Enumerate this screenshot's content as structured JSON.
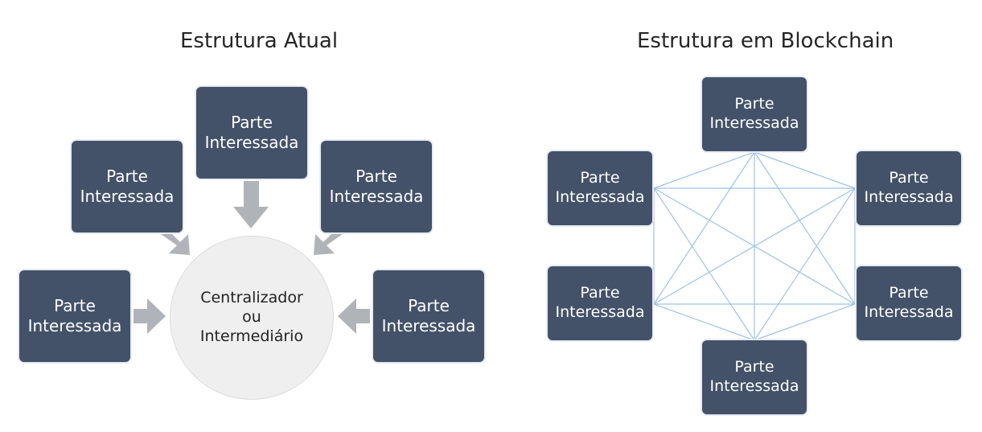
{
  "left": {
    "title": "Estrutura Atual",
    "center": {
      "line1": "Centralizador",
      "line2": "ou",
      "line3": "Intermediário"
    },
    "boxes": [
      {
        "line1": "Parte",
        "line2": "Interessada"
      },
      {
        "line1": "Parte",
        "line2": "Interessada"
      },
      {
        "line1": "Parte",
        "line2": "Interessada"
      },
      {
        "line1": "Parte",
        "line2": "Interessada"
      },
      {
        "line1": "Parte",
        "line2": "Interessada"
      }
    ]
  },
  "right": {
    "title": "Estrutura em Blockchain",
    "boxes": [
      {
        "line1": "Parte",
        "line2": "Interessada"
      },
      {
        "line1": "Parte",
        "line2": "Interessada"
      },
      {
        "line1": "Parte",
        "line2": "Interessada"
      },
      {
        "line1": "Parte",
        "line2": "Interessada"
      },
      {
        "line1": "Parte",
        "line2": "Interessada"
      },
      {
        "line1": "Parte",
        "line2": "Interessada"
      }
    ]
  },
  "colors": {
    "box_fill": "#435269",
    "arrow": "#b0b3b8",
    "circle_fill": "#efefef",
    "network_line": "#9dc3e6"
  }
}
